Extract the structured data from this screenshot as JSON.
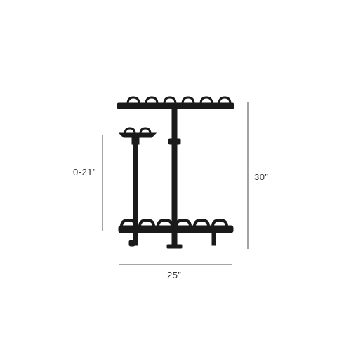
{
  "dimensions": {
    "adjustable_height": "0-21”",
    "total_height": "30”",
    "width": "25”"
  },
  "colors": {
    "rack": "#1a1a1a",
    "dimension_line": "#4a4a4a",
    "label": "#333333"
  }
}
